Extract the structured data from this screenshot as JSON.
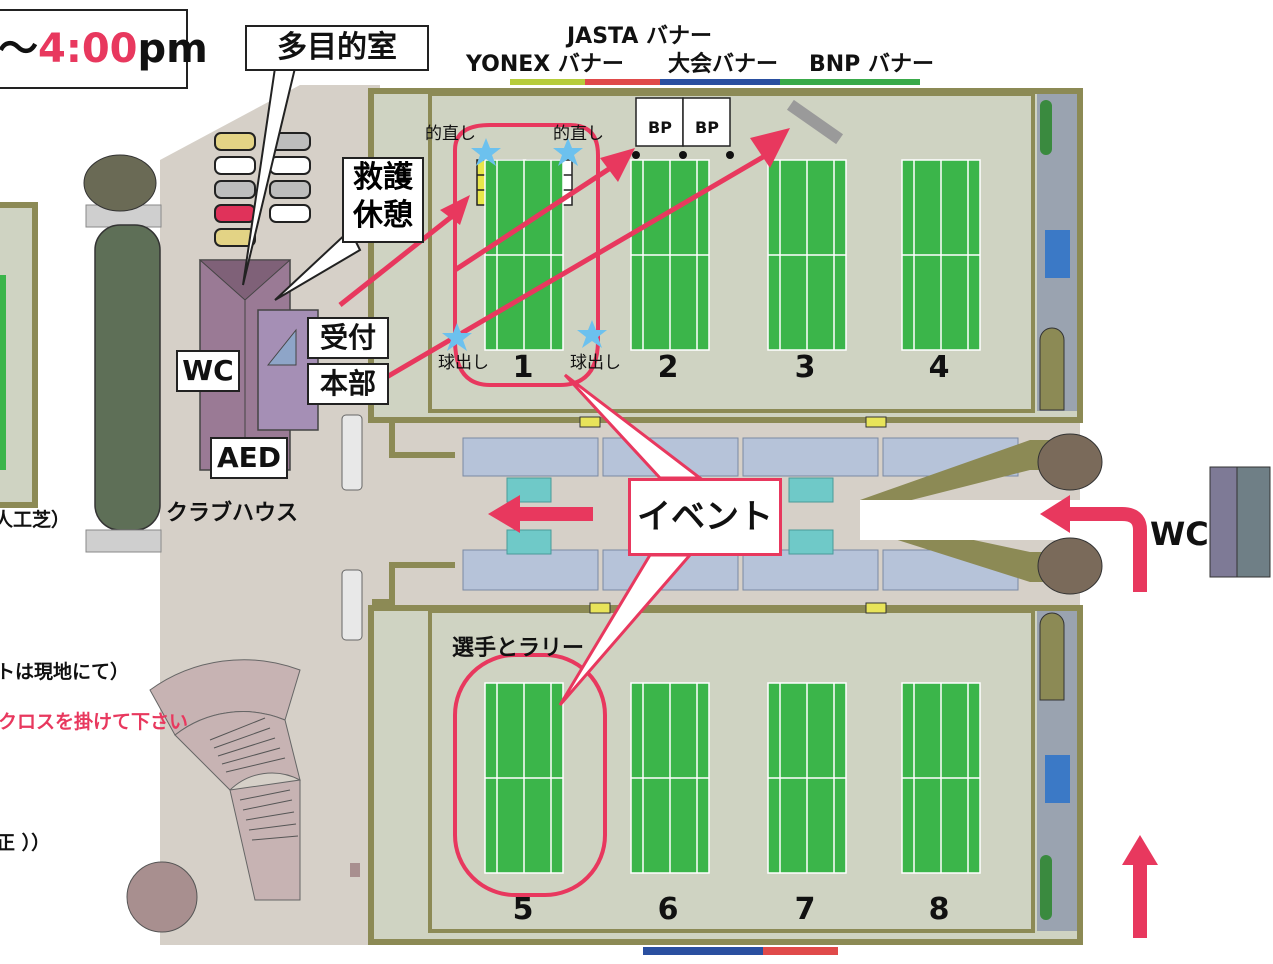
{
  "time_box": {
    "prefix": "〜",
    "time": "4:00",
    "suffix": "pm"
  },
  "multi_purpose_room": "多目的室",
  "banners": {
    "jasta": "JASTA バナー",
    "yonex": "YONEX バナー",
    "tournament": "大会バナー",
    "bnp": "BNP バナー"
  },
  "banner_colors": {
    "yonex": "#b7cc3b",
    "red": "#e04a4a",
    "blue": "#2a4fa0",
    "green": "#3aaa4a"
  },
  "bp_labels": [
    "BP",
    "BP"
  ],
  "targets": [
    "的直し",
    "的直し"
  ],
  "ball_out": [
    "球出し",
    "球出し"
  ],
  "first_aid": {
    "line1": "救護",
    "line2": "休憩"
  },
  "reception": "受付",
  "hq": "本部",
  "wc_left": "WC",
  "aed": "AED",
  "clubhouse": "クラブハウス",
  "event": "イベント",
  "wc_right": "WC",
  "rally": "選手とラリー",
  "left_partial": {
    "turf": "人工芝）",
    "onsite": "トは現地にて）",
    "cross": "クロスを掛けて下さい",
    "correction": "正 ））"
  },
  "courts_top": [
    "1",
    "2",
    "3",
    "4"
  ],
  "courts_bottom": [
    "5",
    "6",
    "7",
    "8"
  ],
  "colors": {
    "accent": "#e8385e",
    "court_green": "#3bb54a",
    "floor": "#cfd3c2",
    "plaza": "#d6d0c8",
    "wall": "#8c8a55"
  }
}
